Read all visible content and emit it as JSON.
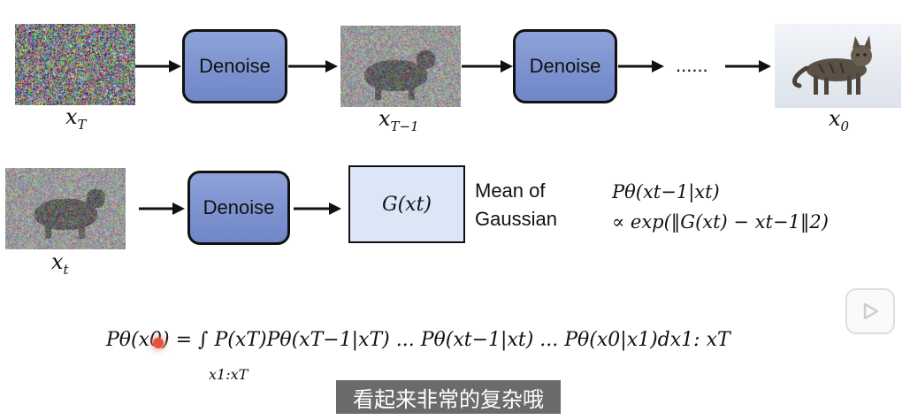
{
  "row1": {
    "xT": {
      "main": "x",
      "sub": "T"
    },
    "xT1": {
      "main": "x",
      "sub": "T−1"
    },
    "x0": {
      "main": "x",
      "sub": "0"
    },
    "denoise1": "Denoise",
    "denoise2": "Denoise",
    "ellipsis": "......"
  },
  "row2": {
    "xt": {
      "main": "x",
      "sub": "t"
    },
    "denoise": "Denoise",
    "g_box": "G(xt)",
    "mean_line1": "Mean of",
    "mean_line2": "Gaussian",
    "formula_line1": "Pθ(xt−1|xt)",
    "formula_line2": "∝ exp(‖G(xt) − xt−1‖2)"
  },
  "bottom": {
    "formula": "Pθ(x0) = ∫ P(xT)Pθ(xT−1|xT) ... Pθ(xt−1|xt) ... Pθ(x0|x1)dx1: xT",
    "integral_lower": "x1:xT"
  },
  "caption": "看起来非常的复杂哦",
  "colors": {
    "denoise_fill": "#7f93d0",
    "g_box_fill": "#dbe7f6",
    "caption_bg": "#6b6b6b"
  },
  "icons": [
    "play-icon",
    "cursor-dot"
  ]
}
